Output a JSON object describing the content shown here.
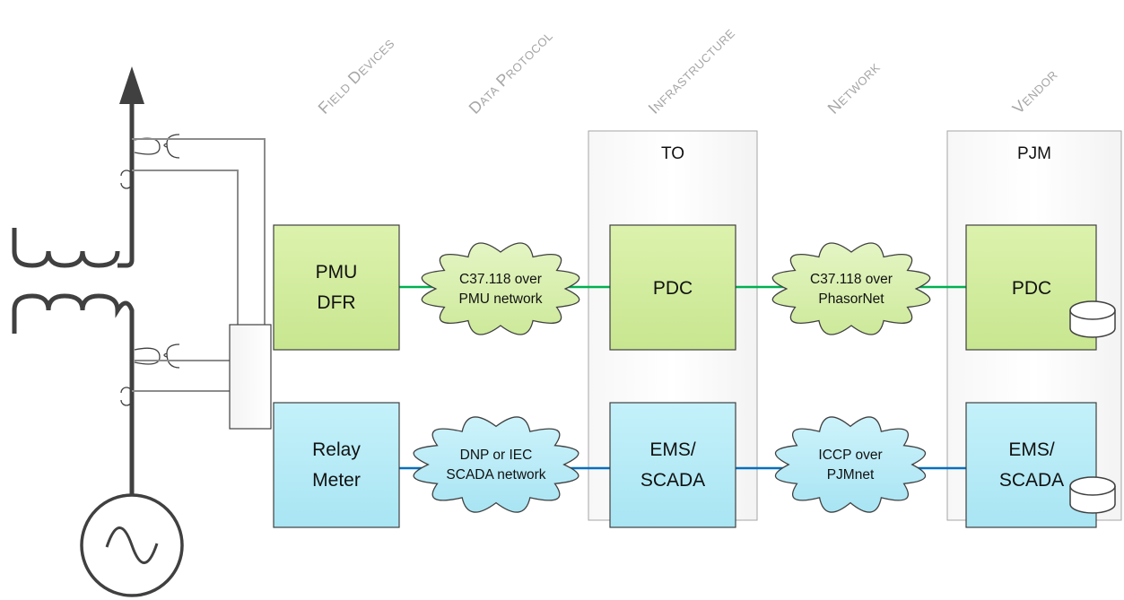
{
  "column_headers": [
    "Field Devices",
    "Data Protocol",
    "Infrastructure",
    "Network",
    "Vendor"
  ],
  "groups": {
    "to_label": "TO",
    "pjm_label": "PJM"
  },
  "devices": {
    "pmu_line1": "PMU",
    "pmu_line2": "DFR",
    "relay_line1": "Relay",
    "relay_line2": "Meter",
    "to_pdc": "PDC",
    "to_ems_line1": "EMS/",
    "to_ems_line2": "SCADA",
    "pjm_pdc": "PDC",
    "pjm_ems_line1": "EMS/",
    "pjm_ems_line2": "SCADA"
  },
  "clouds": {
    "c1_line1": "C37.118 over",
    "c1_line2": "PMU network",
    "c2_line1": "C37.118 over",
    "c2_line2": "PhasorNet",
    "c3_line1": "DNP or IEC",
    "c3_line2": "SCADA network",
    "c4_line1": "ICCP over",
    "c4_line2": "PJMnet"
  },
  "colors": {
    "pmu_fill": "#d4eda0",
    "relay_fill": "#b8ecf7",
    "green_link": "#00b050",
    "blue_link": "#0070c0",
    "wire": "#808080",
    "power": "#404040",
    "header_text": "#a6a6a6"
  },
  "icons": [
    "arrow-up-icon",
    "current-transformer-icon",
    "power-transformer-icon",
    "generator-icon",
    "database-icon"
  ]
}
